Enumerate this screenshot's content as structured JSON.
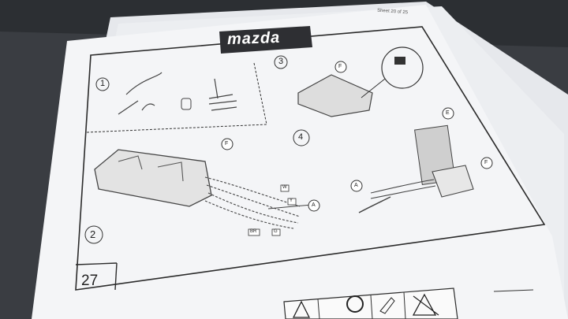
{
  "sheet_label": "Sheet 20 of 25",
  "brand": "mazda",
  "page_number": "27",
  "steps": [
    "1",
    "2",
    "3",
    "4"
  ],
  "component_labels": {
    "f": "F",
    "e": "E",
    "a": "A"
  },
  "wire_codes": {
    "w": "W",
    "y": "Y",
    "br": "BR",
    "g": "G"
  },
  "icons": [
    "warning-triangle-icon",
    "steering-wheel-icon",
    "tool-icon",
    "no-flash-icon"
  ],
  "colors": {
    "paper": "#f4f5f7",
    "desk": "#3a3d42",
    "ink": "#2b2b2b",
    "logo_bg": "#2e2f33"
  }
}
